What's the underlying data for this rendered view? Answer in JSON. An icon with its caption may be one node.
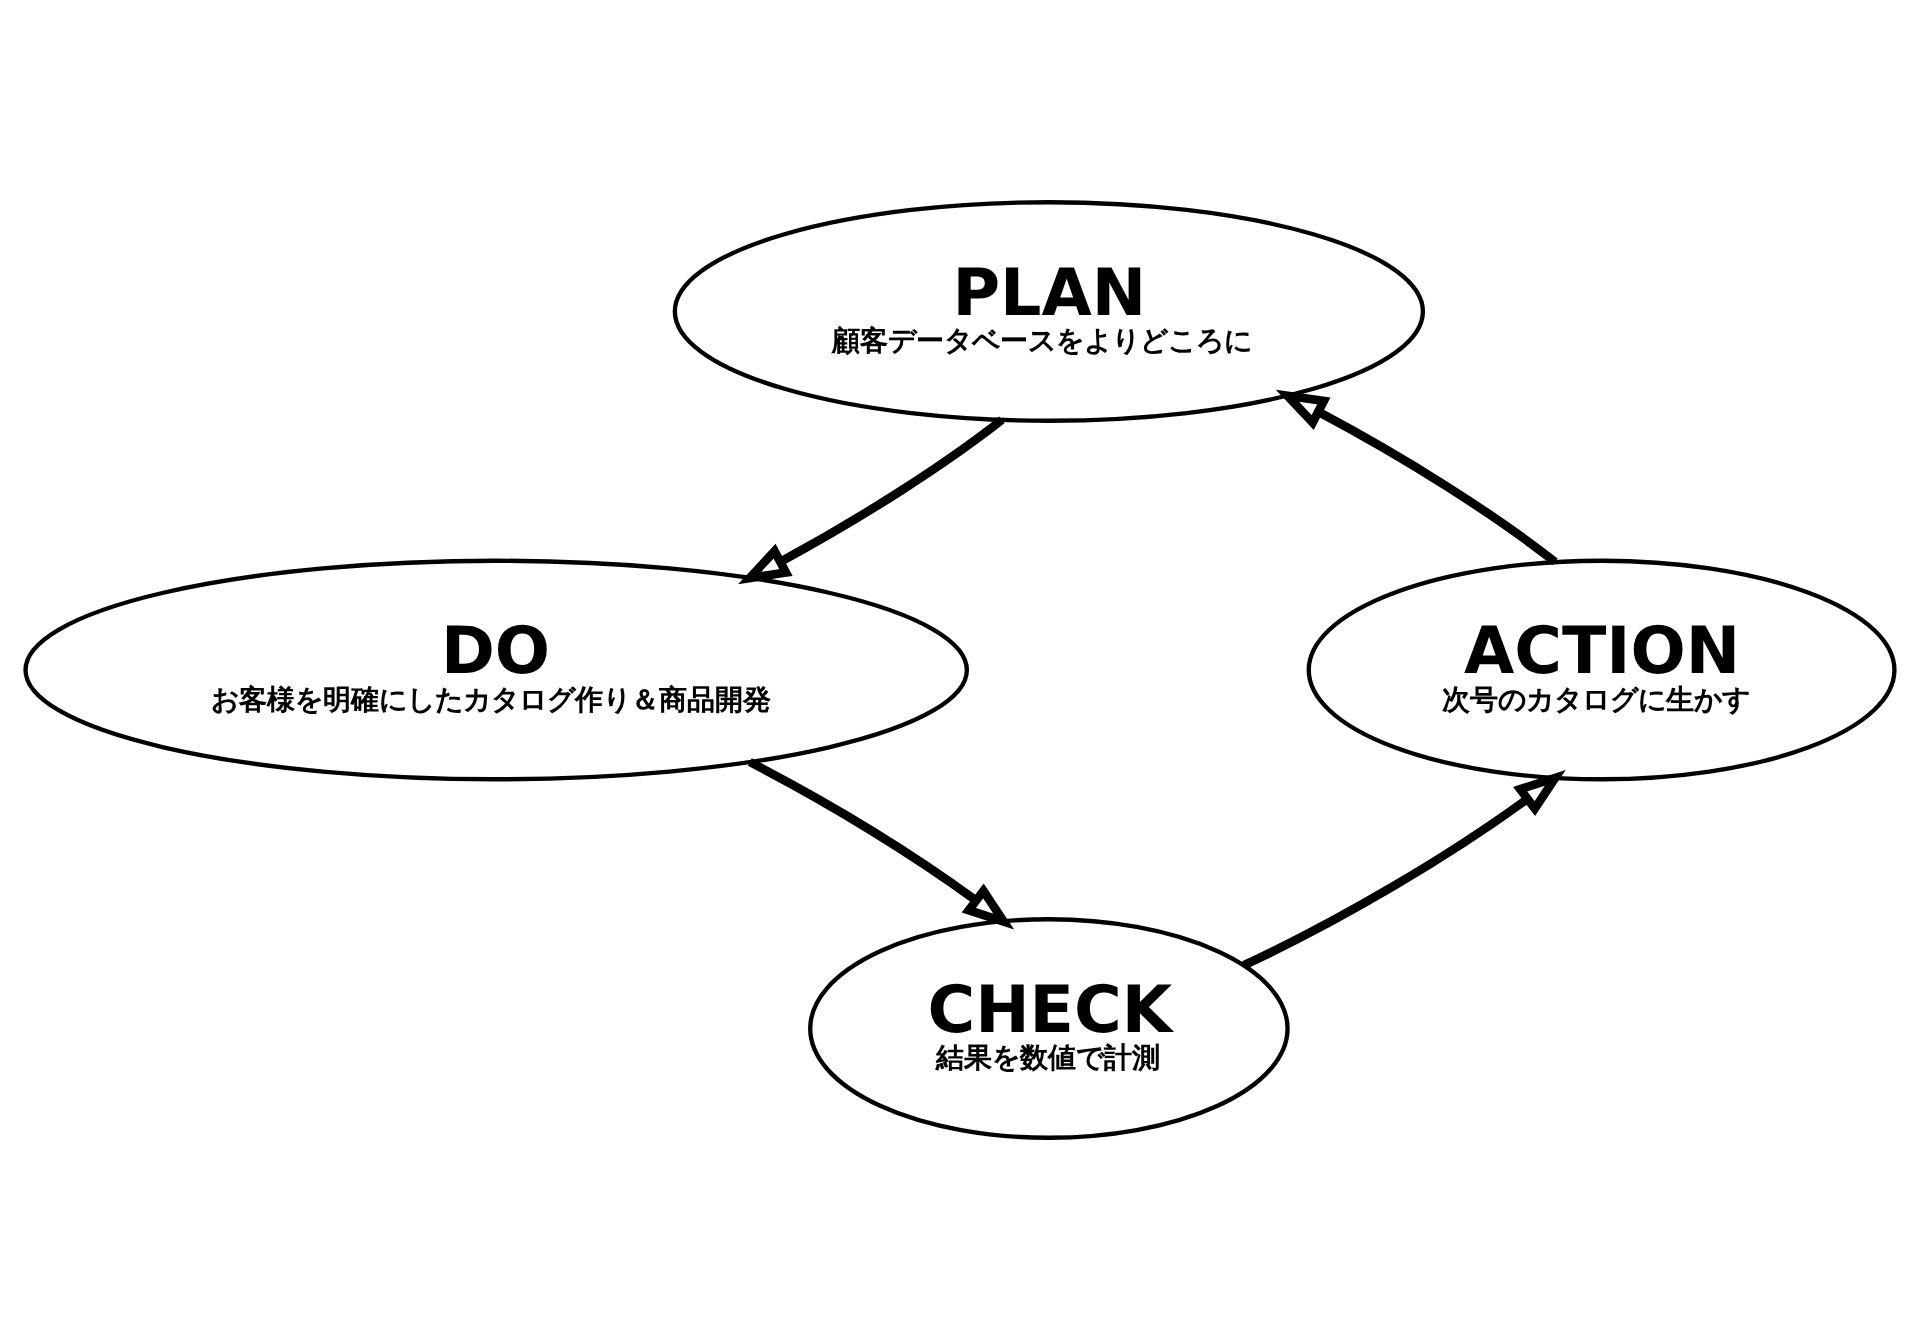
{
  "diagram": {
    "nodes": [
      {
        "text": [
          "PLAN",
          "顧客データベースをよりどころに"
        ]
      },
      {
        "text": [
          "DO",
          "お客様を明確にしたカタログ作り＆商品開発"
        ]
      },
      {
        "text": [
          "CHECK",
          "結果を数値で計測"
        ]
      },
      {
        "text": [
          "ACTION",
          "次号のカタログに生かす"
        ]
      }
    ],
    "edges": [
      {
        "from": 0,
        "to": 1,
        "arrow": "to"
      },
      {
        "from": 1,
        "to": 2,
        "arrow": "to"
      },
      {
        "from": 2,
        "to": 3,
        "arrow": "to"
      },
      {
        "from": 3,
        "to": 0,
        "arrow": "to"
      }
    ]
  }
}
